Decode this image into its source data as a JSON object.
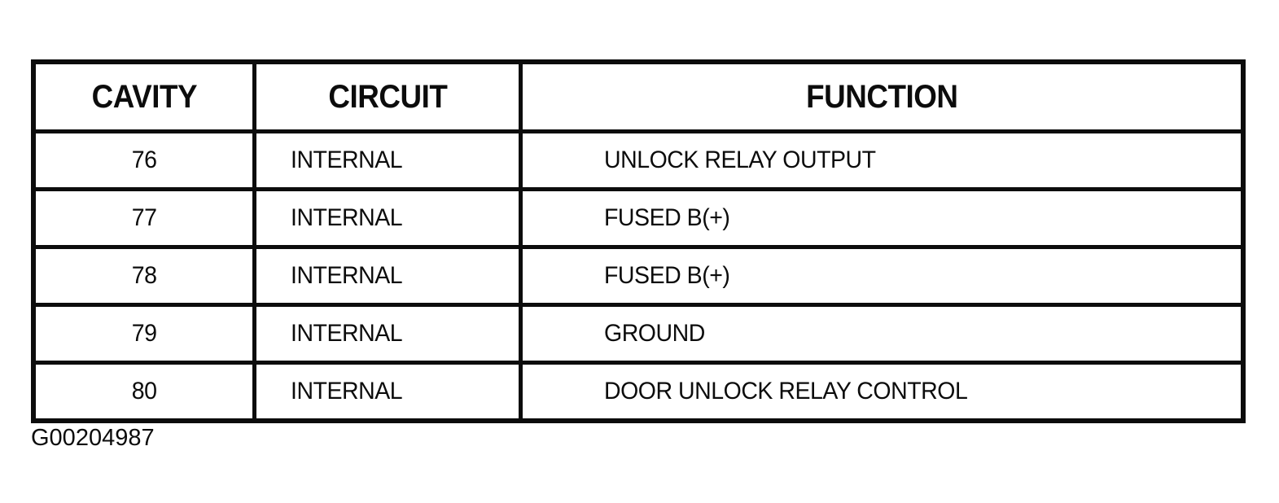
{
  "colors": {
    "ink": "#0c0c0c",
    "paper": "#ffffff"
  },
  "table": {
    "headers": [
      "CAVITY",
      "CIRCUIT",
      "FUNCTION"
    ],
    "rows": [
      {
        "cavity": "76",
        "circuit": "INTERNAL",
        "function": "UNLOCK RELAY OUTPUT"
      },
      {
        "cavity": "77",
        "circuit": "INTERNAL",
        "function": "FUSED B(+)"
      },
      {
        "cavity": "78",
        "circuit": "INTERNAL",
        "function": "FUSED B(+)"
      },
      {
        "cavity": "79",
        "circuit": "INTERNAL",
        "function": "GROUND"
      },
      {
        "cavity": "80",
        "circuit": "INTERNAL",
        "function": "DOOR UNLOCK RELAY CONTROL"
      }
    ],
    "caption": "G00204987"
  }
}
